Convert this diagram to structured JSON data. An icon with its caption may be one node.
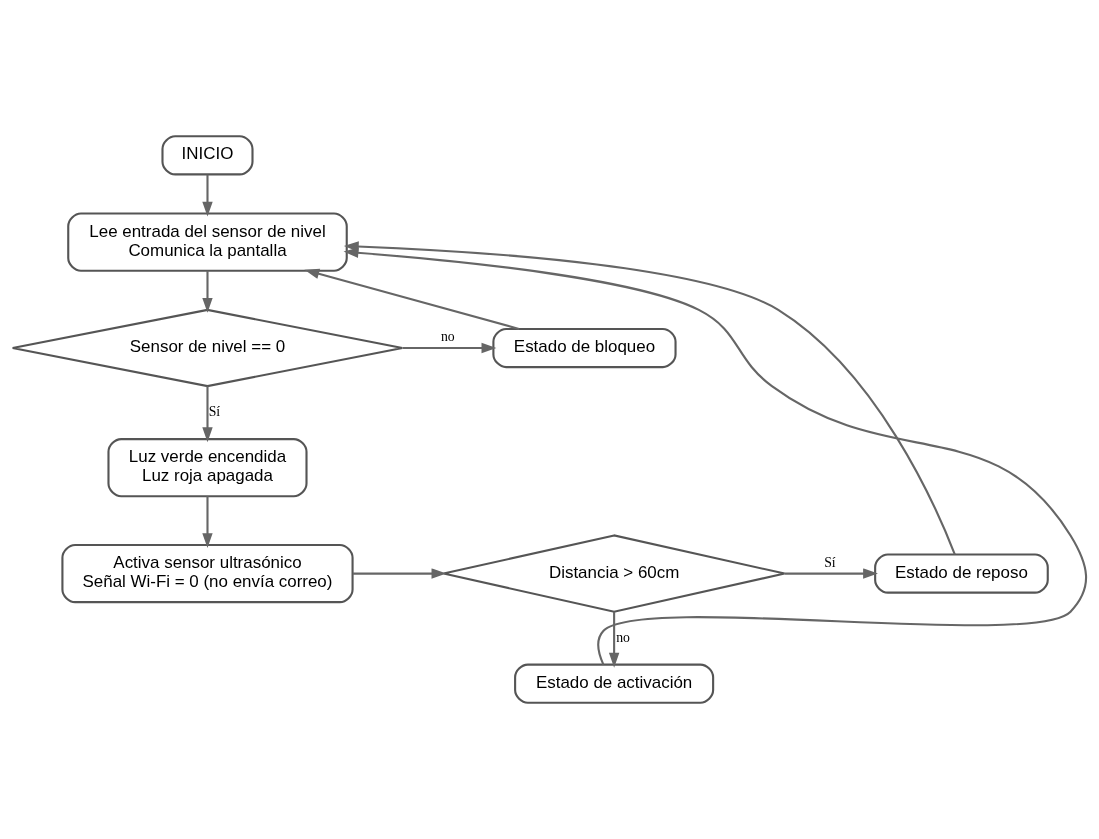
{
  "diagram": {
    "nodes": [
      {
        "text": [
          "INICIO"
        ]
      },
      {
        "text": [
          "Lee entrada del sensor de nivel",
          "Comunica la pantalla"
        ]
      },
      {
        "text": [
          "Sensor de nivel == 0"
        ]
      },
      {
        "text": [
          "Estado de bloqueo"
        ]
      },
      {
        "text": [
          "Luz verde encendida",
          "Luz roja apagada"
        ]
      },
      {
        "text": [
          "Activa sensor ultrasónico",
          "Señal Wi-Fi = 0 (no envía correo)"
        ]
      },
      {
        "text": [
          "Distancia > 60cm"
        ]
      },
      {
        "text": [
          "Estado de activación"
        ]
      },
      {
        "text": [
          "Estado de reposo"
        ]
      }
    ],
    "edges": [
      {
        "from": 0,
        "to": 1,
        "arrow": "to"
      },
      {
        "from": 1,
        "to": 2,
        "arrow": "to"
      },
      {
        "from": 2,
        "to": 3,
        "arrow": "to",
        "label": "no"
      },
      {
        "from": 2,
        "to": 4,
        "arrow": "to",
        "label": "Sí"
      },
      {
        "from": 4,
        "to": 5,
        "arrow": "to"
      },
      {
        "from": 5,
        "to": 6,
        "arrow": "to"
      },
      {
        "from": 6,
        "to": 7,
        "arrow": "to",
        "label": "no"
      },
      {
        "from": 6,
        "to": 8,
        "arrow": "to",
        "label": "Sí"
      },
      {
        "from": 3,
        "to": 1,
        "arrow": "to"
      },
      {
        "from": 7,
        "to": 1,
        "arrow": "to"
      },
      {
        "from": 8,
        "to": 1,
        "arrow": "to"
      }
    ]
  }
}
